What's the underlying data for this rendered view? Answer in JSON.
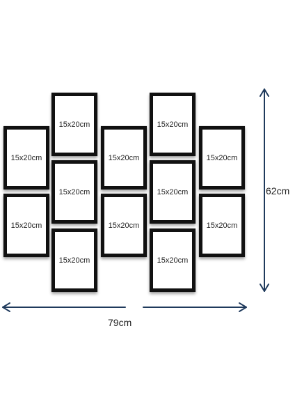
{
  "frames": [
    {
      "label": "15x20cm"
    },
    {
      "label": "15x20cm"
    },
    {
      "label": "15x20cm"
    },
    {
      "label": "15x20cm"
    },
    {
      "label": "15x20cm"
    },
    {
      "label": "15x20cm"
    },
    {
      "label": "15x20cm"
    },
    {
      "label": "15x20cm"
    },
    {
      "label": "15x20cm"
    },
    {
      "label": "15x20cm"
    },
    {
      "label": "15x20cm"
    },
    {
      "label": "15x20cm"
    }
  ],
  "dimensions": {
    "width_label": "79cm",
    "height_label": "62cm"
  },
  "colors": {
    "frame": "#111111",
    "arrow": "#1f3a5c"
  }
}
